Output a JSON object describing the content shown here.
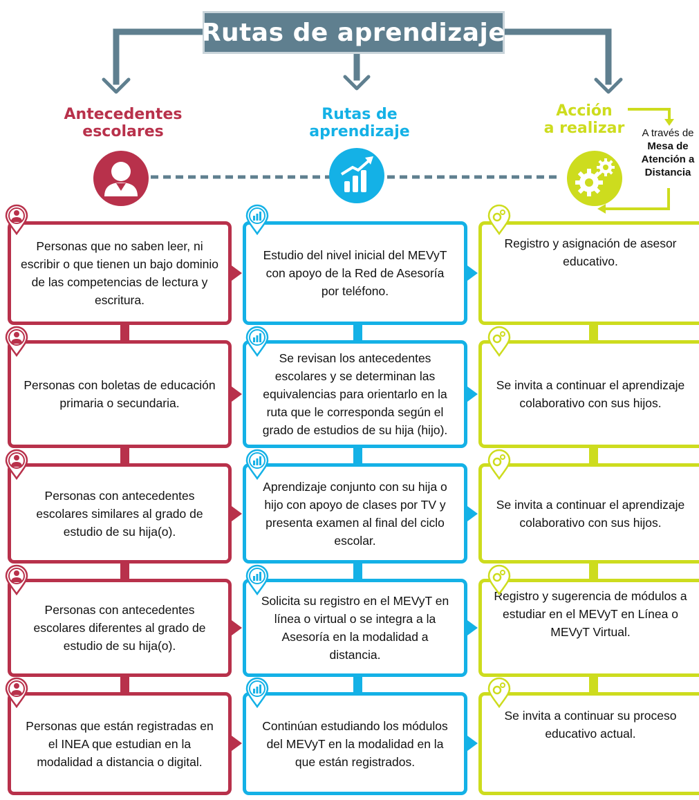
{
  "title": "Rutas de aprendizaje",
  "columns": [
    {
      "id": "antecedentes",
      "title_line1": "Antecedentes",
      "title_line2": "escolares",
      "color": "#b8314b",
      "icon": "person-icon"
    },
    {
      "id": "rutas",
      "title_line1": "Rutas de",
      "title_line2": "aprendizaje",
      "color": "#14b1e6",
      "icon": "growth-chart-icon"
    },
    {
      "id": "accion",
      "title_line1": "Acción",
      "title_line2": "a realizar",
      "color": "#cddc1e",
      "icon": "gears-icon"
    }
  ],
  "side_note": {
    "line1": "A través de",
    "line2": "Mesa de",
    "line3": "Atención a",
    "line4": "Distancia"
  },
  "rows": [
    {
      "antecedentes": "Personas que no saben leer, ni escribir o que tienen un bajo dominio de las competencias de lectura y escritura.",
      "rutas": "Estudio del nivel inicial del MEVyT con apoyo de la Red de Asesoría  por teléfono.",
      "accion": "Registro y asignación de asesor educativo."
    },
    {
      "antecedentes": "Personas con boletas de educación primaria o secundaria.",
      "rutas": "Se revisan los antecedentes escolares  y se determinan las equivalencias para  orientarlo en la ruta  que le corresponda según el grado de estudios de su hija (hijo).",
      "accion": "Se invita a continuar el aprendizaje colaborativo con sus hijos."
    },
    {
      "antecedentes": "Personas con antecedentes escolares similares al grado de estudio de su hija(o).",
      "rutas": "Aprendizaje conjunto con su hija o hijo con apoyo de clases por TV y  presenta examen al final del ciclo escolar.",
      "accion": "Se invita a continuar el aprendizaje colaborativo con sus hijos."
    },
    {
      "antecedentes": "Personas con antecedentes escolares diferentes al grado de estudio de  su hija(o).",
      "rutas": "Solicita su registro en el MEVyT en  línea o virtual o se integra a la Asesoría en la modalidad a distancia.",
      "accion": "Registro y sugerencia de módulos a estudiar en el MEVyT en Línea o MEVyT Virtual."
    },
    {
      "antecedentes": "Personas que están registradas en el INEA que estudian en la modalidad a distancia o digital.",
      "rutas": "Continúan estudiando los módulos del MEVyT en la modalidad en la que están registrados.",
      "accion": "Se invita a continuar su proceso educativo actual."
    }
  ]
}
